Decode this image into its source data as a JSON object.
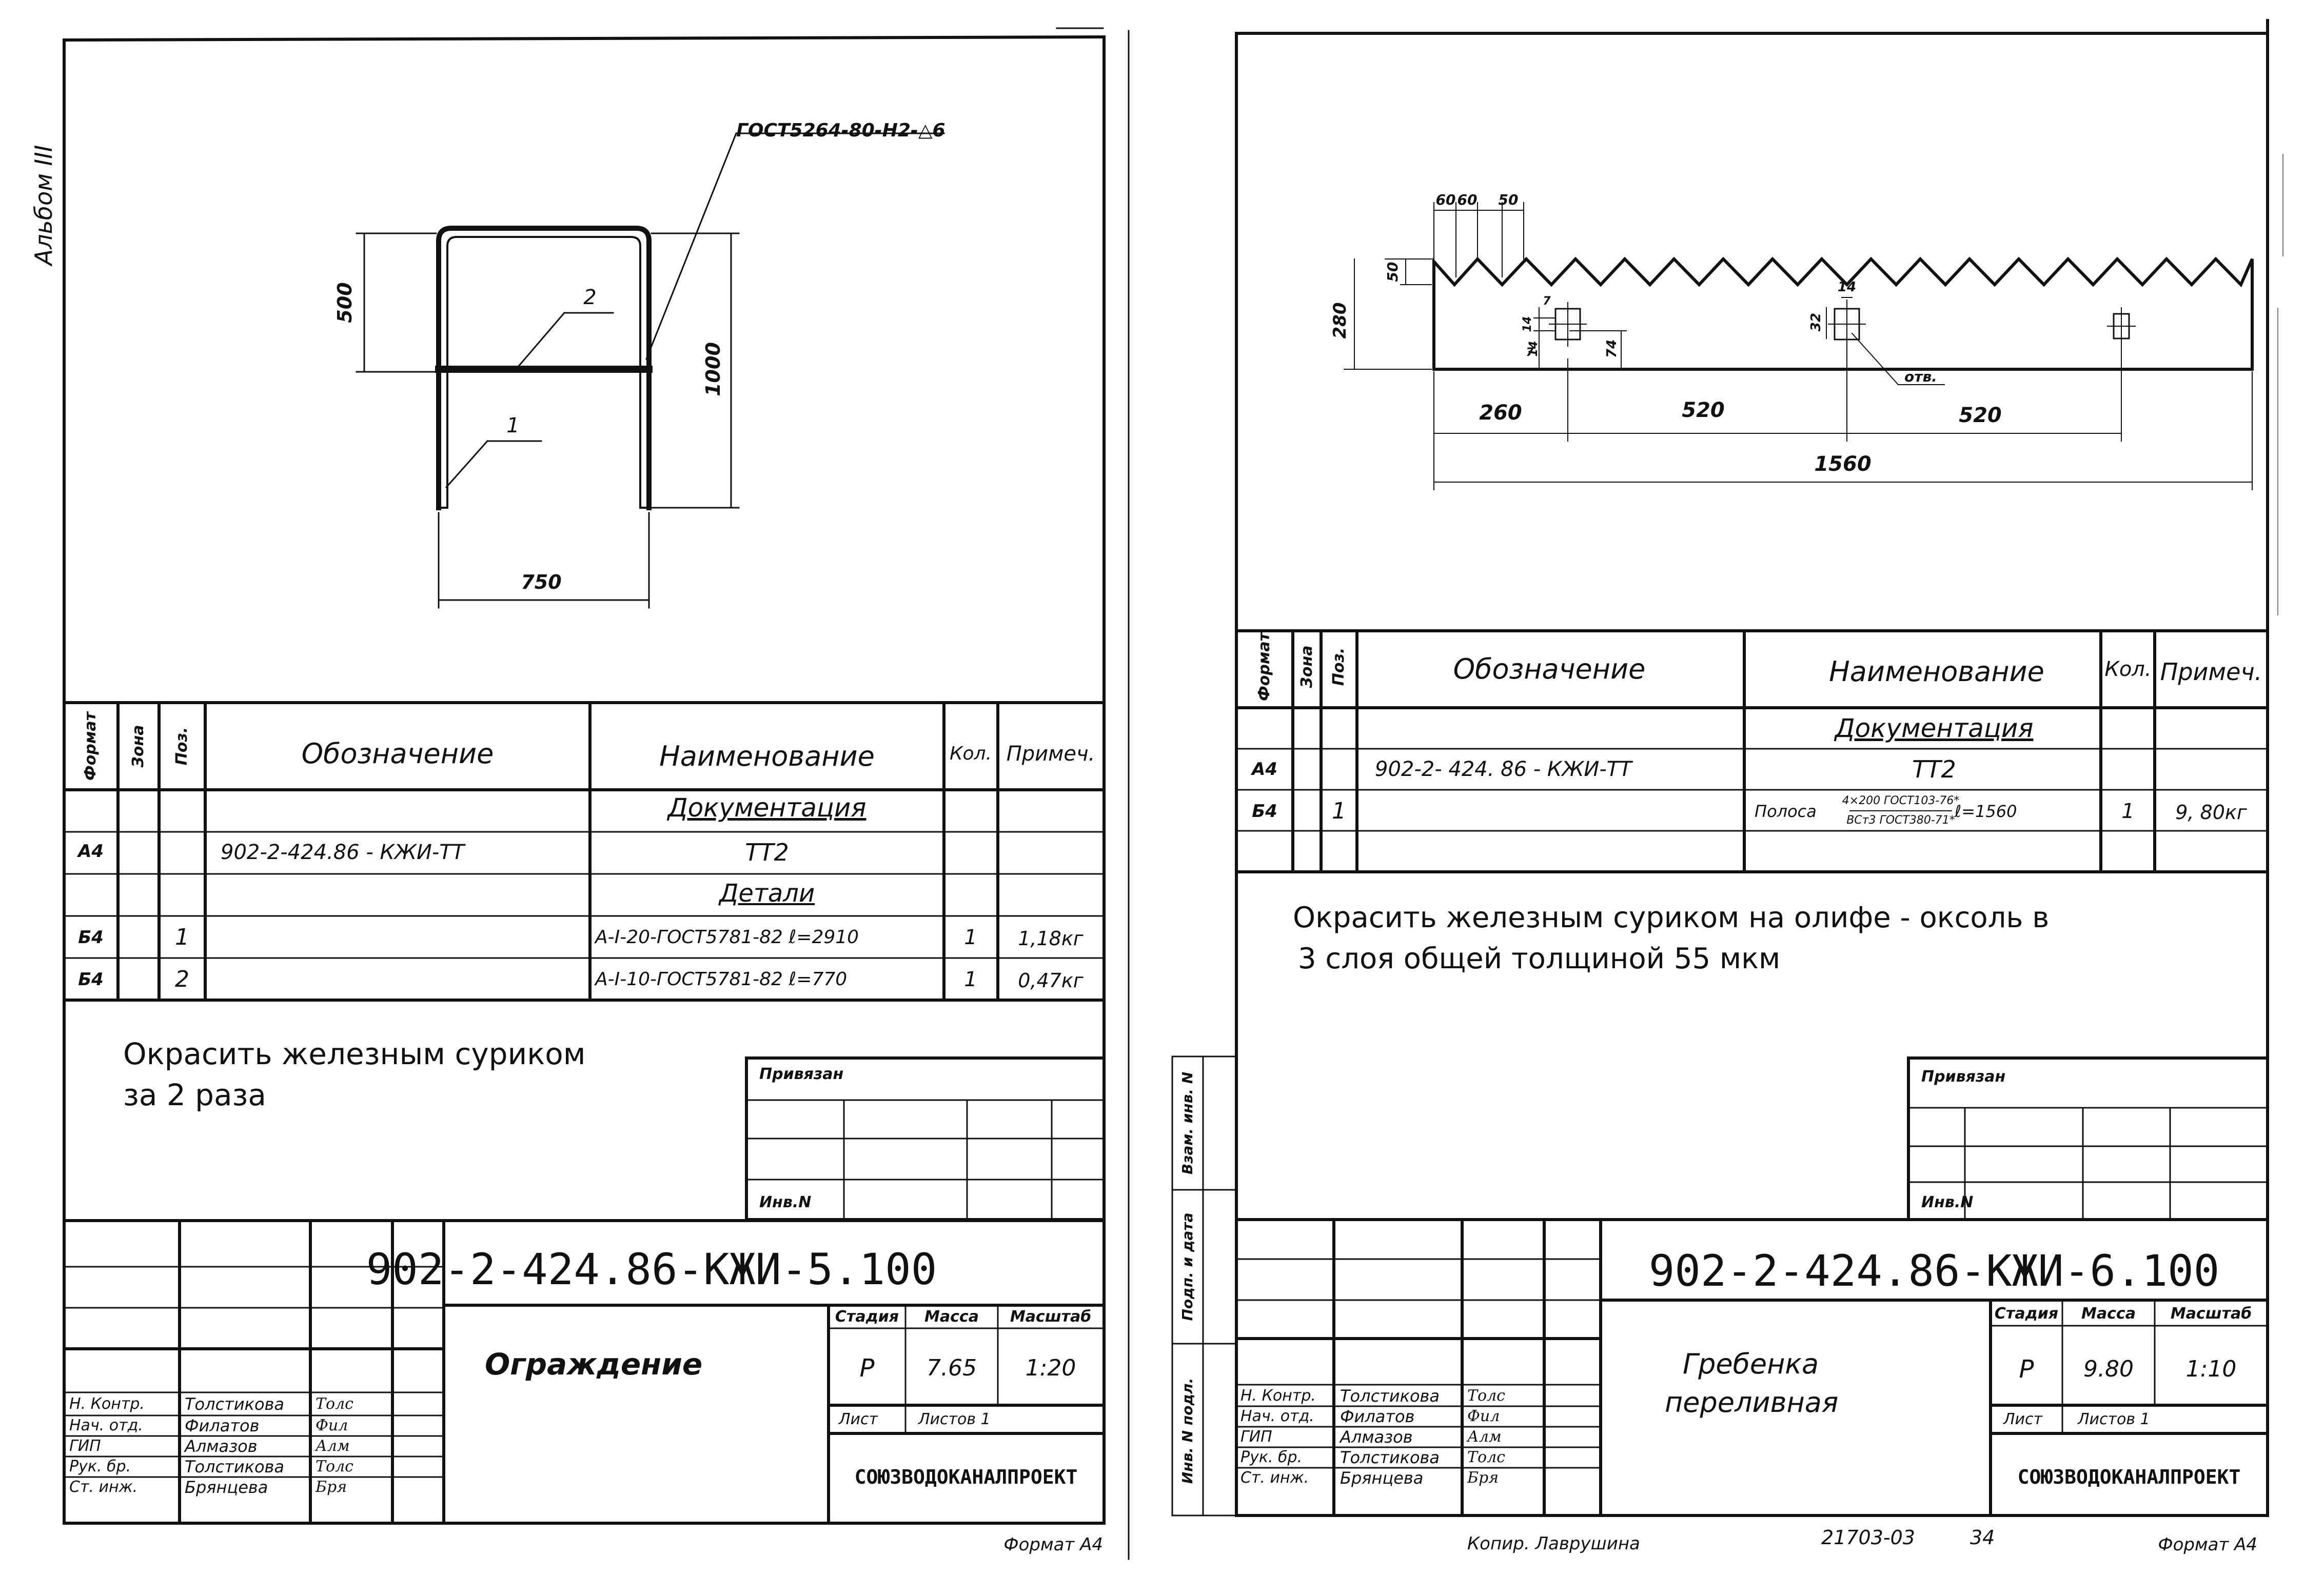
{
  "album_label": "Альбом III",
  "left_sheet": {
    "callout_standard": "ГОСТ5264-80-Н2-△6",
    "leader_pos_2": "2",
    "leader_pos_1": "1",
    "dims": {
      "h_upper": "500",
      "h_total": "1000",
      "width": "750"
    },
    "spec_headers": {
      "format": "Формат",
      "zone": "Зона",
      "pos": "Поз.",
      "designation": "Обозначение",
      "name": "Наименование",
      "qty": "Кол.",
      "note": "Примеч."
    },
    "section_documentation": "Документация",
    "section_details": "Детали",
    "rows": [
      {
        "format": "А4",
        "pos": "",
        "designation": "902-2-424.86 -  КЖИ-ТТ",
        "name": "ТТ2",
        "qty": "",
        "note": ""
      },
      {
        "format": "Б4",
        "pos": "1",
        "designation": "",
        "name": "А-I-20-ГОСТ5781-82  ℓ=2910",
        "qty": "1",
        "note": "1,18кг"
      },
      {
        "format": "Б4",
        "pos": "2",
        "designation": "",
        "name": "А-I-10-ГОСТ5781-82  ℓ=770",
        "qty": "1",
        "note": "0,47кг"
      }
    ],
    "note_line1": "Окрасить  железным  суриком",
    "note_line2": "за 2 раза",
    "privyazan": "Привязан",
    "inv_no": "Инв.N",
    "doc_code": "902-2-424.86-КЖИ-5.100",
    "title": "Ограждение",
    "stage_headers": {
      "stage": "Стадия",
      "mass": "Масса",
      "scale": "Масштаб"
    },
    "stage": "Р",
    "mass": "7.65",
    "scale": "1:20",
    "sheet": "Лист",
    "sheets": "Листов 1",
    "org": "СОЮЗВОДОКАНАЛПРОЕКТ",
    "roles": [
      {
        "role": "Н. Контр.",
        "name": "Толстикова",
        "sign": "Толс"
      },
      {
        "role": "Нач. отд.",
        "name": "Филатов",
        "sign": "Фил"
      },
      {
        "role": "ГИП",
        "name": "Алмазов",
        "sign": "Алм"
      },
      {
        "role": "Рук. бр.",
        "name": "Толстикова",
        "sign": "Толс"
      },
      {
        "role": "Ст. инж.",
        "name": "Брянцева",
        "sign": "Бря"
      }
    ],
    "format_label": "Формат А4"
  },
  "right_sheet": {
    "dims": {
      "top1": "60",
      "top2": "60",
      "top3": "50",
      "tooth": "50",
      "height": "280",
      "d7a": "7",
      "d14a": "14",
      "d7b": "7",
      "d14b": "14",
      "d74": "74",
      "hole_w": "14",
      "hole_h": "32",
      "hole_label": "отв.",
      "seg1": "260",
      "seg2": "520",
      "seg3": "520",
      "total": "1560"
    },
    "spec_headers": {
      "format": "Формат",
      "zone": "Зона",
      "pos": "Поз.",
      "designation": "Обозначение",
      "name": "Наименование",
      "qty": "Кол.",
      "note": "Примеч."
    },
    "section_documentation": "Документация",
    "rows": [
      {
        "format": "А4",
        "pos": "",
        "designation": "902-2-  424. 86 -   КЖИ-ТТ",
        "name": "ТТ2",
        "qty": "",
        "note": ""
      },
      {
        "format": "Б4",
        "pos": "1",
        "designation": "",
        "name_prefix": "Полоса",
        "name_num": "4×200 ГОСТ103-76*",
        "name_den": "ВСт3 ГОСТ380-71*",
        "name_suffix": "ℓ=1560",
        "qty": "1",
        "note": "9, 80кг"
      }
    ],
    "note_line1": "Окрасить  железным  суриком  на олифе - оксоль  в",
    "note_line2": "3 слоя   общей   толщиной    55 мкм",
    "privyazan": "Привязан",
    "inv_no": "Инв.N",
    "doc_code": "902-2-424.86-КЖИ-6.100",
    "title_line1": "Гребенка",
    "title_line2": "переливная",
    "stage_headers": {
      "stage": "Стадия",
      "mass": "Масса",
      "scale": "Масштаб"
    },
    "stage": "Р",
    "mass": "9.80",
    "scale": "1:10",
    "sheet": "Лист",
    "sheets": "Листов 1",
    "org": "СОЮЗВОДОКАНАЛПРОЕКТ",
    "roles": [
      {
        "role": "Н. Контр.",
        "name": "Толстикова",
        "sign": "Толс"
      },
      {
        "role": "Нач. отд.",
        "name": "Филатов",
        "sign": "Фил"
      },
      {
        "role": "ГИП",
        "name": "Алмазов",
        "sign": "Алм"
      },
      {
        "role": "Рук. бр.",
        "name": "Толстикова",
        "sign": "Толс"
      },
      {
        "role": "Ст. инж.",
        "name": "Брянцева",
        "sign": "Бря"
      }
    ],
    "side_stamps": [
      "Взам. инв. N",
      "Подп. и дата",
      "Инв. N подл."
    ],
    "copied": "Копир. Лаврушина",
    "number": "21703-03",
    "page": "34",
    "format_label": "Формат А4"
  }
}
